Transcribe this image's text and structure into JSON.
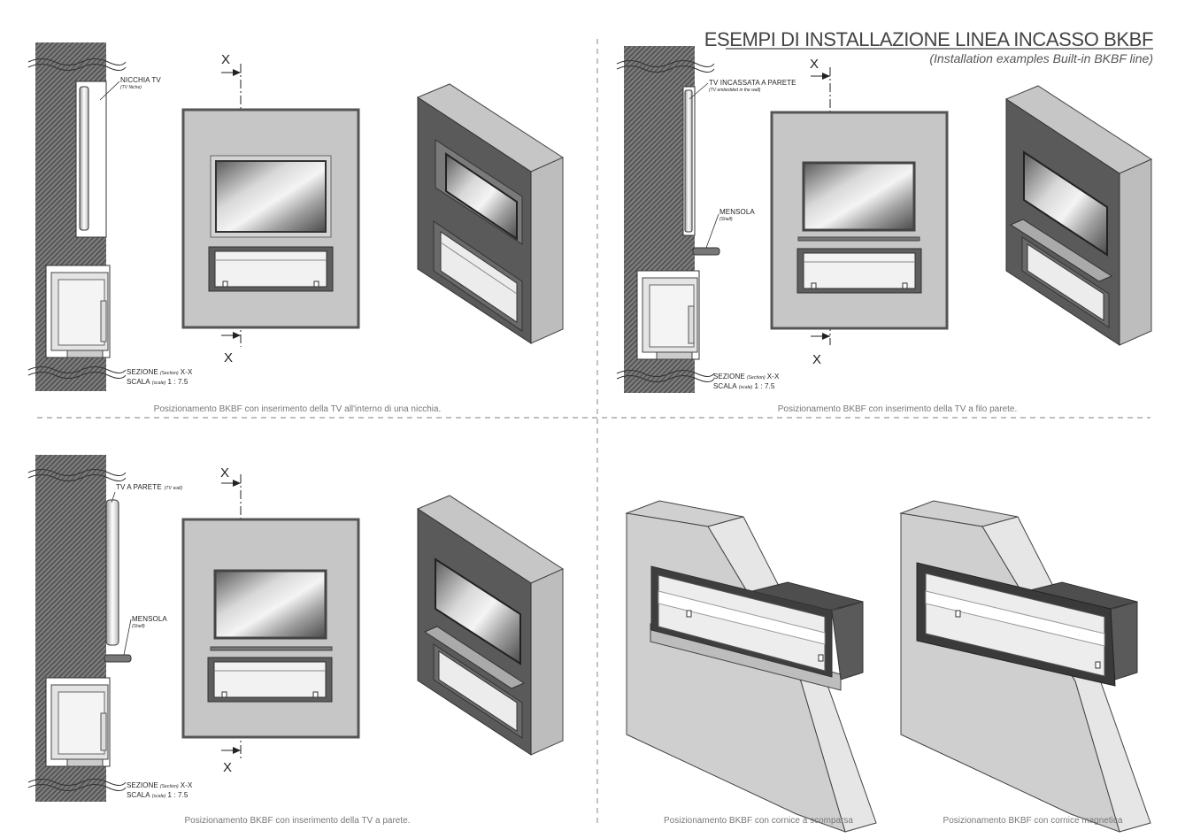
{
  "header": {
    "title": "ESEMPI DI INSTALLAZIONE LINEA INCASSO BKBF",
    "subtitle": "(Installation examples Built-in BKBF line)"
  },
  "section_common": {
    "axis_letter": "X",
    "sezione_label": "SEZIONE",
    "sezione_sub": "(Section)",
    "sezione_value": "X-X",
    "scala_label": "SCALA",
    "scala_sub": "(scale)",
    "scala_value": "1 : 7.5"
  },
  "panels": [
    {
      "label": "NICCHIA TV",
      "label_sub": "(TV Niche)",
      "caption": "Posizionamento BKBF con inserimento della TV all'interno di una nicchia."
    },
    {
      "label": "TV INCASSATA A PARETE",
      "label_sub": "(TV embedded in the wall)",
      "shelf_label": "MENSOLA",
      "shelf_sub": "(Shelf)",
      "caption": "Posizionamento BKBF con inserimento della TV a filo parete."
    },
    {
      "label": "TV A PARETE",
      "label_sub": "(TV wall)",
      "shelf_label": "MENSOLA",
      "shelf_sub": "(Shelf)",
      "caption": "Posizionamento BKBF con inserimento della TV a parete."
    },
    {
      "caption_left": "Posizionamento BKBF con cornice a scomparsa",
      "caption_right": "Posizionamento BKBF con cornice magnetica"
    }
  ],
  "colors": {
    "wall_dark": "#5a5a5a",
    "wall_light": "#c6c6c6",
    "hatch_bg": "#6e6e6e",
    "divider": "#999999",
    "accent": "#222222"
  }
}
